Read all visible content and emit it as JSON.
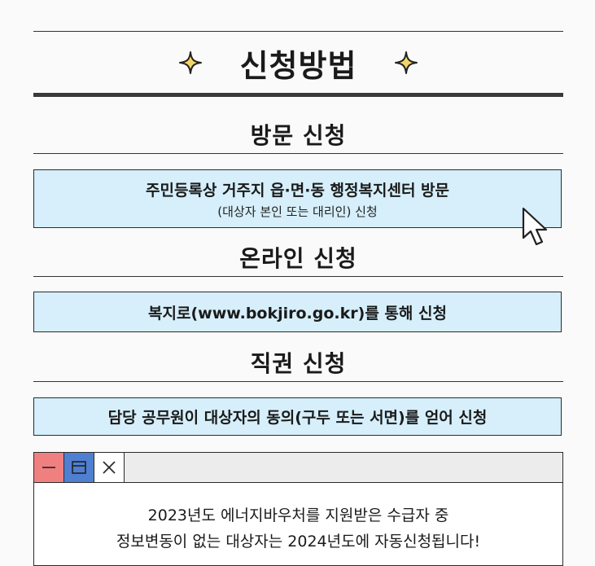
{
  "header": {
    "title": "신청방법"
  },
  "sections": [
    {
      "heading": "방문 신청",
      "main": "주민등록상 거주지 읍·면·동 행정복지센터 방문",
      "sub": "(대상자 본인 또는 대리인) 신청"
    },
    {
      "heading": "온라인 신청",
      "main": "복지로(www.bokjiro.go.kr)를 통해 신청"
    },
    {
      "heading": "직권 신청",
      "main": "담당 공무원이 대상자의 동의(구두 또는 서면)를 얻어 신청"
    }
  ],
  "notice": {
    "line1": "2023년도 에너지바우처를 지원받은 수급자 중",
    "line2": "정보변동이 없는 대상자는 2024년도에 자동신청됩니다!"
  },
  "colors": {
    "box_fill": "#d6effb",
    "minimize_button": "#f08080",
    "maximize_button": "#4f7fd1",
    "sparkle": "#f2d56b"
  }
}
